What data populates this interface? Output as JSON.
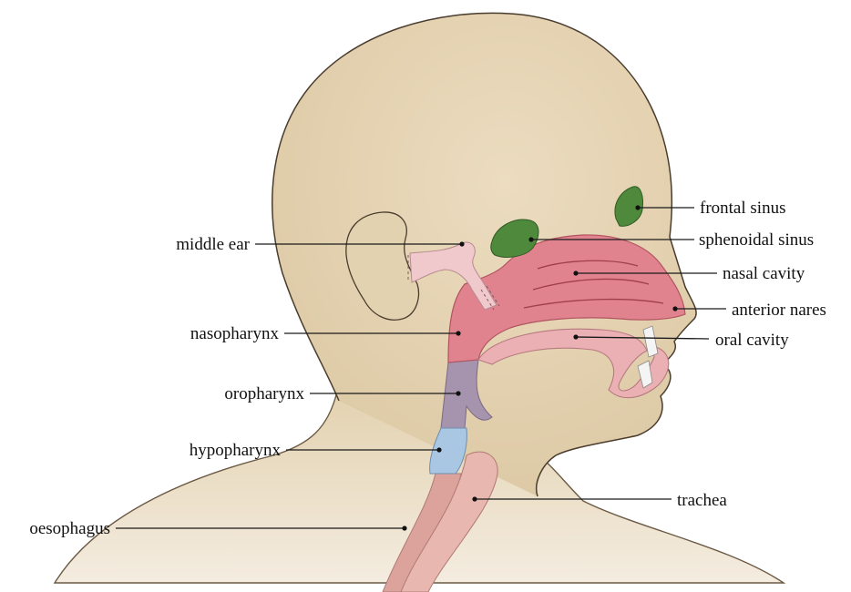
{
  "labels": {
    "frontal_sinus": "frontal sinus",
    "sphenoidal_sinus": "sphenoidal sinus",
    "nasal_cavity": "nasal cavity",
    "anterior_nares": "anterior nares",
    "oral_cavity": "oral cavity",
    "middle_ear": "middle ear",
    "nasopharynx": "nasopharynx",
    "oropharynx": "oropharynx",
    "hypopharynx": "hypopharynx",
    "oesophagus": "oesophagus",
    "trachea": "trachea"
  },
  "colors": {
    "skin": "#e3d2b0",
    "skin_outline": "#6b5a44",
    "sinus": "#4f8a3c",
    "nasal_cavity": "#e0838f",
    "oral_cavity": "#eab0b4",
    "ear_canal": "#f0c9cc",
    "oropharynx": "#a694ae",
    "hypopharynx": "#a9c6e3",
    "trachea": "#e8b8b0",
    "oesophagus": "#dba39c"
  }
}
